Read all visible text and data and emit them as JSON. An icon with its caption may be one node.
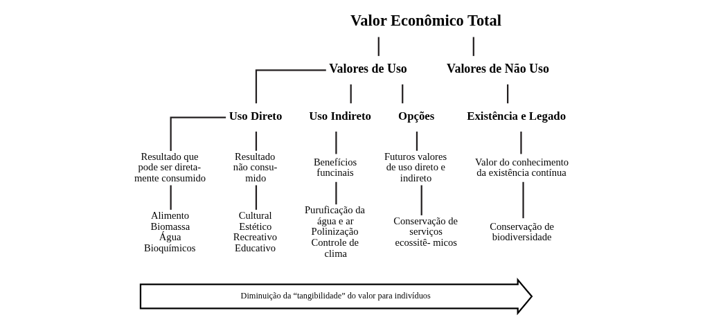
{
  "diagram": {
    "nodes": [
      {
        "text": [
          "Valor Econômico Total"
        ]
      },
      {
        "text": [
          "Valores de Uso"
        ]
      },
      {
        "text": [
          "Valores de Não Uso"
        ]
      },
      {
        "text": [
          "Uso Direto"
        ]
      },
      {
        "text": [
          "Uso Indireto"
        ]
      },
      {
        "text": [
          "Opções"
        ]
      },
      {
        "text": [
          "Existência e Legado"
        ]
      },
      {
        "text": [
          "Resultado que pode ser direta- mente consumido"
        ]
      },
      {
        "text": [
          "Resultado não consu- mido"
        ]
      },
      {
        "text": [
          "Benefícios funcinais"
        ]
      },
      {
        "text": [
          "Futuros valores de uso direto e indireto"
        ]
      },
      {
        "text": [
          "Valor do conhecimento da existência contínua"
        ]
      },
      {
        "text": [
          "Alimento Biomassa Água Bioquímicos"
        ]
      },
      {
        "text": [
          "Cultural Estético Recreativo Educativo"
        ]
      },
      {
        "text": [
          "Purufìcação da água e ar Polinização Controle de clima"
        ]
      },
      {
        "text": [
          "Conservação de serviços ecossitê- micos"
        ]
      },
      {
        "text": [
          "Conservação de biodiversidade"
        ]
      },
      {
        "text": [
          "Diminuição da “tangibilidade” do valor para indivíduos"
        ]
      }
    ],
    "edges": [
      {
        "from": 0,
        "to": 1,
        "arrow": "none"
      },
      {
        "from": 0,
        "to": 2,
        "arrow": "none"
      },
      {
        "from": 1,
        "to": 3,
        "arrow": "none"
      },
      {
        "from": 1,
        "to": 4,
        "arrow": "none"
      },
      {
        "from": 1,
        "to": 5,
        "arrow": "none"
      },
      {
        "from": 2,
        "to": 6,
        "arrow": "none"
      },
      {
        "from": 3,
        "to": 7,
        "arrow": "none"
      },
      {
        "from": 3,
        "to": 8,
        "arrow": "none"
      },
      {
        "from": 4,
        "to": 9,
        "arrow": "none"
      },
      {
        "from": 5,
        "to": 10,
        "arrow": "none"
      },
      {
        "from": 6,
        "to": 11,
        "arrow": "none"
      },
      {
        "from": 7,
        "to": 12,
        "arrow": "none"
      },
      {
        "from": 8,
        "to": 13,
        "arrow": "none"
      },
      {
        "from": 9,
        "to": 14,
        "arrow": "none"
      },
      {
        "from": 10,
        "to": 15,
        "arrow": "none"
      },
      {
        "from": 11,
        "to": 16,
        "arrow": "none"
      }
    ]
  }
}
